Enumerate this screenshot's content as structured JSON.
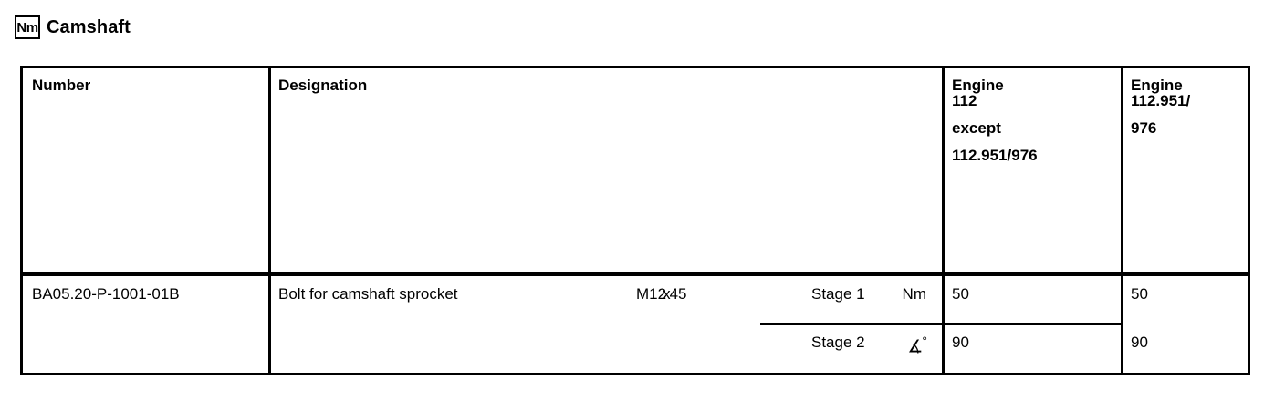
{
  "title": {
    "unit_icon_label": "Nm",
    "heading": "Camshaft"
  },
  "table": {
    "headers": {
      "number": "Number",
      "designation": "Designation",
      "engine_1": {
        "line1": "Engine",
        "line2": "112",
        "line3": "except",
        "line4": "112.951/976"
      },
      "engine_2": {
        "line1": "Engine",
        "line2": "112.951/",
        "line3": "976"
      }
    },
    "rows": [
      {
        "number": "BA05.20-P-1001-01B",
        "designation": "Bolt for camshaft sprocket",
        "size_prefix": "M12",
        "size_x": "x",
        "size_suffix": "45",
        "stage_label": "Stage 1",
        "unit": "Nm",
        "value_engine_1": "50",
        "value_engine_2": "50"
      },
      {
        "stage_label": "Stage 2",
        "unit_symbol": "∡",
        "unit_degree": "°",
        "value_engine_1": "90",
        "value_engine_2": "90"
      }
    ]
  }
}
